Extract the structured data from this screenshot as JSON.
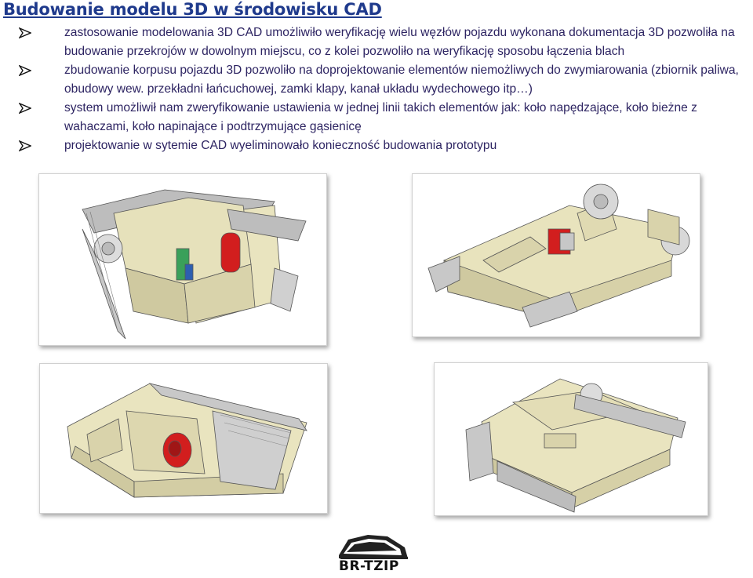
{
  "slide": {
    "title": "Budowanie modelu 3D w środowisku CAD",
    "bullets": [
      "zastosowanie modelowania 3D CAD umożliwiło weryfikację wielu węzłów pojazdu wykonana dokumentacja 3D pozwoliła na budowanie przekrojów w dowolnym miejscu, co z kolei pozwoliło na weryfikację sposobu łączenia blach",
      "zbudowanie korpusu pojazdu 3D pozwoliło na doprojektowanie elementów niemożliwych do zwymiarowania (zbiornik paliwa, obudowy wew. przekładni łańcuchowej, zamki klapy, kanał układu wydechowego itp…)",
      "system umożliwił nam zweryfikowanie ustawienia w jednej linii takich elementów jak: koło napędzające, koło bieżne z wahaczami, koło napinające i podtrzymujące gąsienicę",
      "projektowanie w sytemie CAD wyeliminowało konieczność budowania prototypu"
    ],
    "bullet_icon": "arrowhead-bullet-icon",
    "logo": {
      "text": "BR-TZIP",
      "icon": "tank-logo-icon"
    }
  },
  "colors": {
    "title": "#1f3a8c",
    "body_text": "#2d2462",
    "hull": "#e9e4bf",
    "hull_shade": "#c9c39a",
    "track": "#bfbfbf",
    "accent_red": "#d21e1e"
  }
}
